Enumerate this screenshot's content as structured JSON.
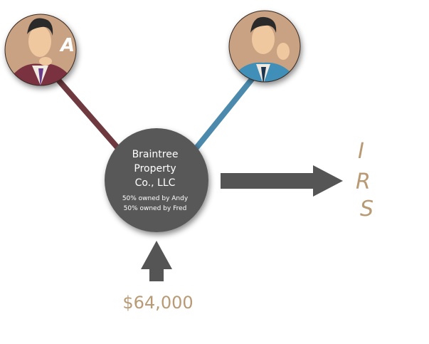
{
  "persons": [
    {
      "name": "Andy",
      "label": "A",
      "color": "#6e3a3f"
    },
    {
      "name": "Fred",
      "label": "",
      "color": "#4b8aad"
    }
  ],
  "entity": {
    "title_lines": [
      "Braintree",
      "Property",
      "Co., LLC"
    ],
    "owners": [
      "50% owned by Andy",
      "50% owned by Fred"
    ],
    "fill": "#595959"
  },
  "irs": {
    "letters": [
      "I",
      "R",
      "S"
    ],
    "color": "#b89a74"
  },
  "income": {
    "amount": "$64,000",
    "color": "#b89a74"
  },
  "arrow_color": "#555555"
}
